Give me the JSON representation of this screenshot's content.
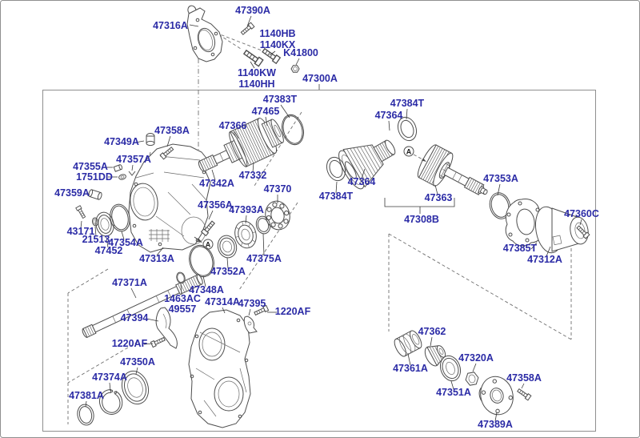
{
  "diagram": {
    "figure_type": "exploded parts diagram",
    "assembly": "47300A",
    "callout_letter": "A",
    "colors": {
      "label_text": "#2b2ba6",
      "part_line": "#4d4d4d",
      "frame_line": "#8f8f8f",
      "background": "#ffffff"
    },
    "labels": {
      "b47316a": "47316A",
      "b47390a": "47390A",
      "b1140hb": "1140HB",
      "b1140kx": "1140KX",
      "bk41800": "K41800",
      "b1140kw": "1140KW",
      "b1140hh": "1140HH",
      "b47300a": "47300A",
      "b47383t": "47383T",
      "b47465": "47465",
      "b47366": "47366",
      "b47358a_top": "47358A",
      "b47349a": "47349A",
      "b47384t_top": "47384T",
      "b47364_top": "47364",
      "b47355a": "47355A",
      "b47357a": "47357A",
      "b1751dd": "1751DD",
      "b47359a": "47359A",
      "b47342a": "47342A",
      "b47332": "47332",
      "b47370": "47370",
      "b47384t_bot": "47384T",
      "b47364_bot": "47364",
      "b47363": "47363",
      "b47353a": "47353A",
      "b47308b": "47308B",
      "b47360c": "47360C",
      "b47385t": "47385T",
      "b47312a": "47312A",
      "b43171": "43171",
      "b21513": "21513",
      "b47354a": "47354A",
      "b47452": "47452",
      "b47313a": "47313A",
      "b47356a": "47356A",
      "b47393a": "47393A",
      "b47375a": "47375A",
      "b47352a": "47352A",
      "b47348a": "47348A",
      "b47371a": "47371A",
      "b1463ac": "1463AC",
      "b49557": "49557",
      "b47314a": "47314A",
      "b47395": "47395",
      "b1220af_right": "1220AF",
      "b47394": "47394",
      "b1220af_left": "1220AF",
      "b47350a": "47350A",
      "b47374a": "47374A",
      "b47381a": "47381A",
      "b47362": "47362",
      "b47361a": "47361A",
      "b47320a": "47320A",
      "b47351a": "47351A",
      "b47358a_bot": "47358A",
      "b47389a": "47389A"
    }
  }
}
